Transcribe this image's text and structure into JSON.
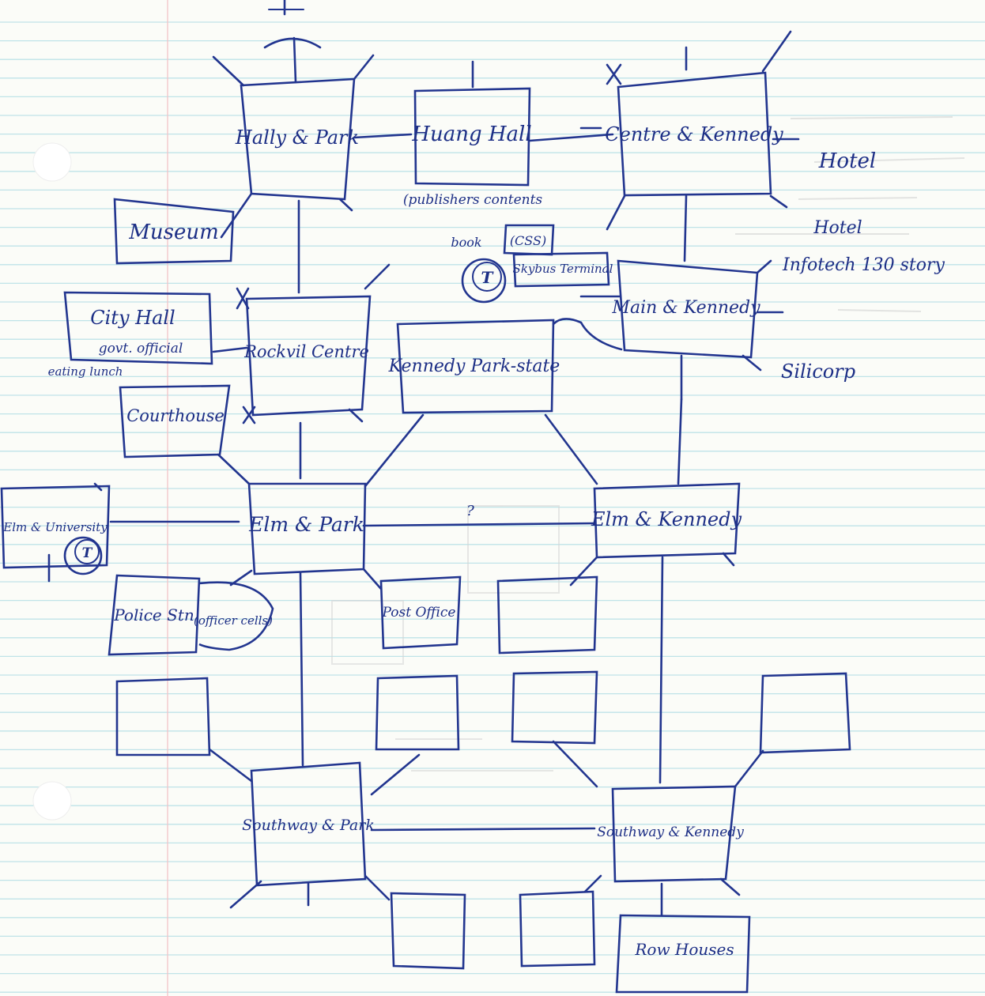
{
  "nodes": {
    "hally_park": "Hally & Park",
    "huang_hall": "Huang Hall",
    "centre_kennedy": "Centre & Kennedy",
    "main_kennedy": "Main & Kennedy",
    "rockvil_centre": "Rockvil Centre",
    "kennedy_park": "Kennedy Park-state",
    "elm_park": "Elm & Park",
    "elm_kennedy": "Elm & Kennedy",
    "elm_university": "Elm & University",
    "southway_park": "Southway & Park",
    "southway_kennedy": "Southway & Kennedy"
  },
  "buildings": {
    "museum": "Museum",
    "city_hall": "City Hall",
    "courthouse": "Courthouse",
    "police_stn": "Police Stn",
    "post_office": "Post Office",
    "row_houses": "Row Houses",
    "css": "(CSS)",
    "skybus_terminal": "Skybus Terminal"
  },
  "annotations": {
    "publishers_contents": "(publishers contents",
    "govt_official": "govt. official",
    "eating_lunch": "eating lunch",
    "officer_cells": "(officer cells)",
    "book": "book",
    "hotel_1": "Hotel",
    "hotel_2": "Hotel",
    "infotech": "Infotech 130 story",
    "silicorp": "Silicorp",
    "question_mark": "?",
    "transit_symbol": "T"
  },
  "colors": {
    "ink": "#22358f",
    "ruled_line": "#bfe3e8",
    "margin_line": "#f2c3c8",
    "paper": "#fbfcf8"
  }
}
